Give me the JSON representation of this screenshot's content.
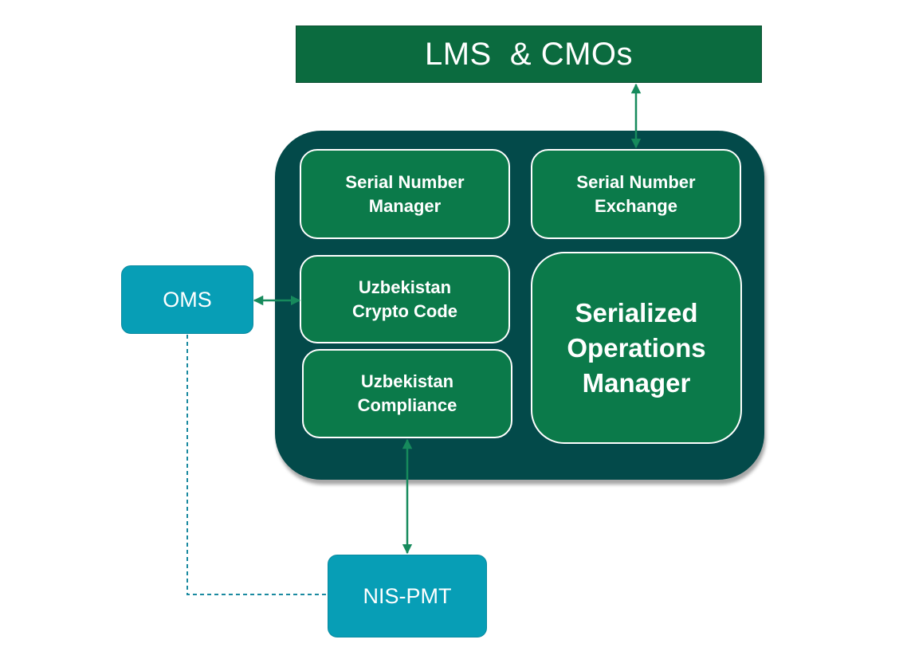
{
  "colors": {
    "dark_green": "#0b6b3f",
    "module_green": "#0b7a4a",
    "container_teal": "#034a4a",
    "external_cyan": "#079eb6",
    "connector_green": "#168a5c",
    "dashed_connector": "#1a8aa0"
  },
  "top": {
    "label": "LMS  & CMOs"
  },
  "modules": {
    "serial_number_manager": {
      "line1": "Serial Number",
      "line2": "Manager"
    },
    "serial_number_exchange": {
      "line1": "Serial Number",
      "line2": "Exchange"
    },
    "uzbekistan_crypto_code": {
      "line1": "Uzbekistan",
      "line2": "Crypto Code"
    },
    "uzbekistan_compliance": {
      "line1": "Uzbekistan",
      "line2": "Compliance"
    },
    "serialized_operations_manager": {
      "line1": "Serialized",
      "line2": "Operations",
      "line3": "Manager"
    }
  },
  "external": {
    "oms": "OMS",
    "nis_pmt": "NIS-PMT"
  },
  "connections": [
    {
      "from": "LMS  & CMOs",
      "to": "Serial Number Exchange",
      "style": "solid",
      "direction": "bidirectional"
    },
    {
      "from": "OMS",
      "to": "Uzbekistan Crypto Code",
      "style": "solid",
      "direction": "bidirectional"
    },
    {
      "from": "Uzbekistan Compliance",
      "to": "NIS-PMT",
      "style": "solid",
      "direction": "bidirectional"
    },
    {
      "from": "OMS",
      "to": "NIS-PMT",
      "style": "dashed",
      "direction": "none"
    }
  ]
}
